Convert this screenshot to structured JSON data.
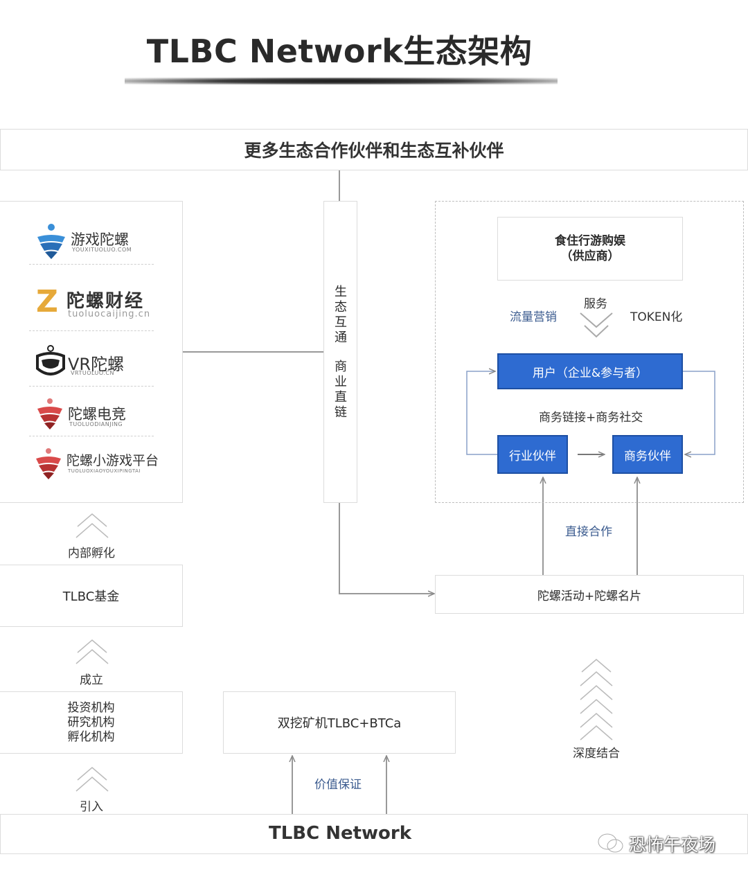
{
  "title": "TLBC Network生态架构",
  "top_banner": "更多生态合作伙伴和生态互补伙伴",
  "logos": [
    {
      "name": "游戏陀螺",
      "sub": "YOUXITUOLUO.COM"
    },
    {
      "name": "陀螺财经",
      "sub": "tuoluocaijing.cn",
      "badge": "Z"
    },
    {
      "name": "VR陀螺",
      "sub": "VRTUOLUO.CN"
    },
    {
      "name": "陀螺电竞",
      "sub": "TUOLUODIANJING"
    },
    {
      "name": "陀螺小游戏平台",
      "sub": "TUOLUOXIAOYOUXIPINGTAI"
    }
  ],
  "center_column": {
    "line1": "生态互通",
    "line2": "商业直链"
  },
  "supplier": {
    "line1": "食住行游购娱",
    "line2": "（供应商）"
  },
  "labels": {
    "service": "服务",
    "traffic": "流量营销",
    "token": "TOKEN化",
    "biz_link": "商务链接+商务社交",
    "direct_coop": "直接合作",
    "internal_incubation": "内部孵化",
    "establish": "成立",
    "introduce": "引入",
    "value_guarantee": "价值保证",
    "deep_combination": "深度结合"
  },
  "user_box": "用户（企业&参与者）",
  "industry_partner": "行业伙伴",
  "business_partner": "商务伙伴",
  "activity_box": "陀螺活动+陀螺名片",
  "fund_box": "TLBC基金",
  "institutions": [
    "投资机构",
    "研究机构",
    "孵化机构"
  ],
  "mining_box": "双挖矿机TLBC+BTCa",
  "bottom_banner": "TLBC Network",
  "watermark": "恐怖午夜场",
  "colors": {
    "accent_blue": "#2e6bd1",
    "border": "#dcdcdc"
  }
}
